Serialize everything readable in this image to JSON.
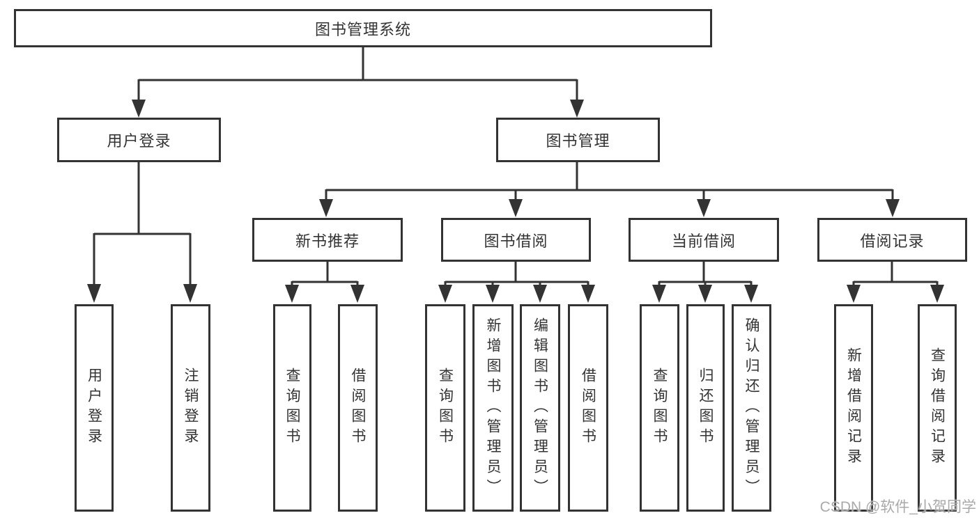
{
  "colors": {
    "line": "#333333",
    "text": "#333333",
    "watermark": "#a9a9a9",
    "background": "#ffffff"
  },
  "watermark": "CSDN @软件_小贺同学",
  "tree": {
    "root": {
      "label": "图书管理系统"
    },
    "branches": [
      {
        "label": "用户登录",
        "leaves": [
          {
            "label": "用户登录"
          },
          {
            "label": "注销登录"
          }
        ]
      },
      {
        "label": "图书管理",
        "sections": [
          {
            "label": "新书推荐",
            "leaves": [
              {
                "label": "查询图书"
              },
              {
                "label": "借阅图书"
              }
            ]
          },
          {
            "label": "图书借阅",
            "leaves": [
              {
                "label": "查询图书"
              },
              {
                "label": "新增图书（管理员）"
              },
              {
                "label": "编辑图书（管理员）"
              },
              {
                "label": "借阅图书"
              }
            ]
          },
          {
            "label": "当前借阅",
            "leaves": [
              {
                "label": "查询图书"
              },
              {
                "label": "归还图书"
              },
              {
                "label": "确认归还（管理员）"
              }
            ]
          },
          {
            "label": "借阅记录",
            "leaves": [
              {
                "label": "新增借阅记录"
              },
              {
                "label": "查询借阅记录"
              }
            ]
          }
        ]
      }
    ]
  }
}
